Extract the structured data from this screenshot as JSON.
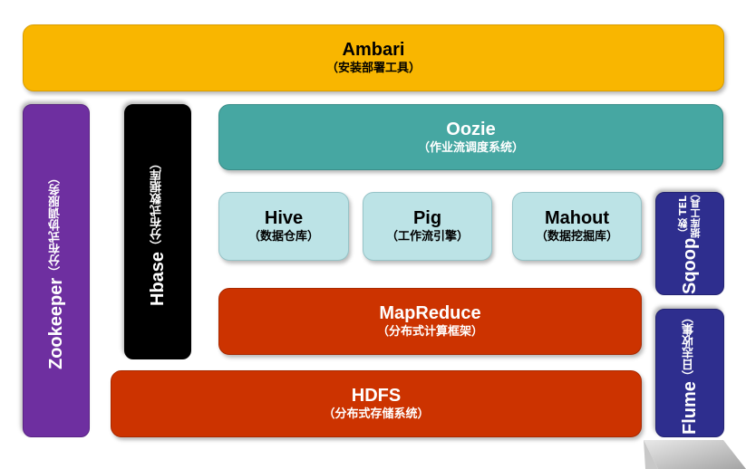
{
  "ambari": {
    "title": "Ambari",
    "subtitle": "（安装部署工具）"
  },
  "oozie": {
    "title": "Oozie",
    "subtitle": "（作业流调度系统）"
  },
  "hive": {
    "title": "Hive",
    "subtitle": "（数据仓库）"
  },
  "pig": {
    "title": "Pig",
    "subtitle": "（工作流引擎）"
  },
  "mahout": {
    "title": "Mahout",
    "subtitle": "（数据挖掘库）"
  },
  "mapreduce": {
    "title": "MapReduce",
    "subtitle": "（分布式计算框架）"
  },
  "hdfs": {
    "title": "HDFS",
    "subtitle": "（分布式存储系统）"
  },
  "zookeeper": {
    "title": "Zookeeper",
    "subtitle": "（分布式协调服务）"
  },
  "hbase": {
    "title": "Hbase",
    "subtitle": "（分布式数据库）"
  },
  "sqoop": {
    "title": "Sqoop",
    "subtitle_line1": "（数据库",
    "subtitle_line2": "TEL工具）"
  },
  "flume": {
    "title": "Flume",
    "subtitle": "（日志收集）"
  },
  "colors": {
    "ambari": "#F9B600",
    "oozie": "#46A7A2",
    "light_teal": "#BCE3E6",
    "red": "#CC3300",
    "purple": "#6E2FA0",
    "black": "#000000",
    "navy": "#2E2E8E"
  }
}
